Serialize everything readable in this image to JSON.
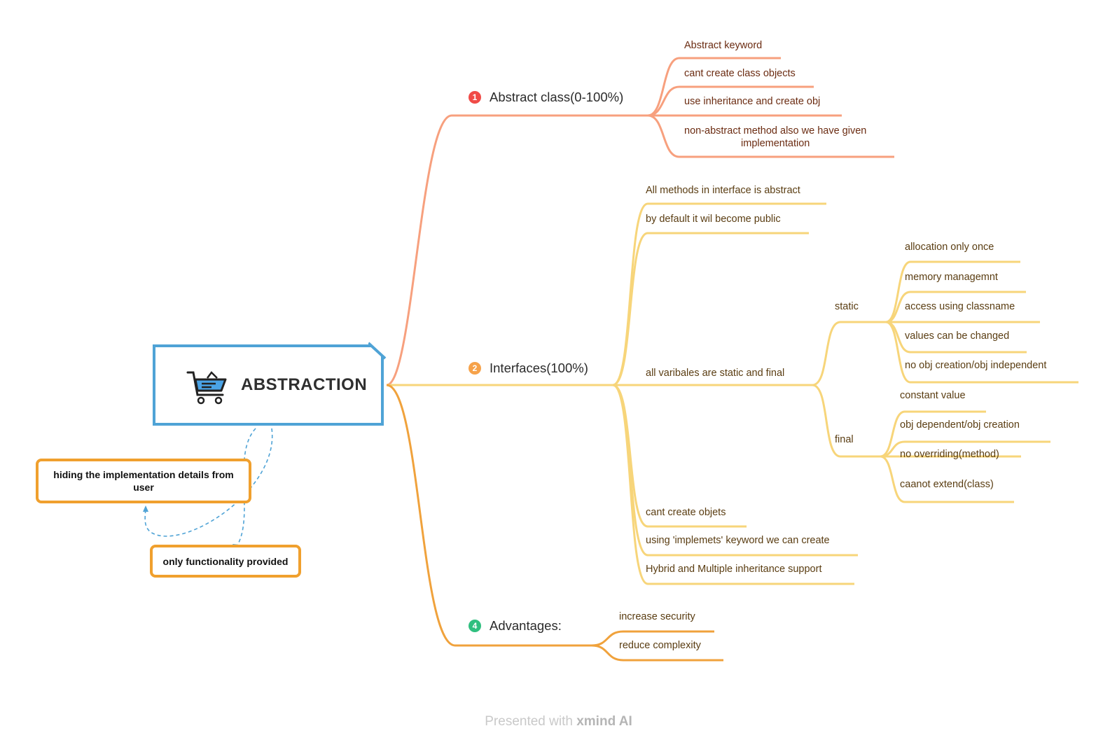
{
  "central": {
    "title": "ABSTRACTION",
    "icon": "shopping-cart-icon"
  },
  "branches": {
    "abstract_class": {
      "num": "1",
      "color": "#f26b4b",
      "title": "Abstract class(0-100%)",
      "items": [
        "Abstract keyword",
        "cant create class objects",
        "use inheritance and create obj"
      ],
      "item_multi": {
        "line1": "non-abstract method also we have given",
        "line2": "implementation"
      }
    },
    "interfaces": {
      "num": "2",
      "color": "#f6a24a",
      "title": "Interfaces(100%)",
      "top_items": [
        "All methods in interface is abstract",
        "by default it wil become public"
      ],
      "vars": {
        "label": "all varibales are static and final",
        "static": {
          "label": "static",
          "items": [
            "allocation only once",
            "memory managemnt",
            "access using classname",
            "values can be changed",
            "no obj creation/obj independent"
          ]
        },
        "final": {
          "label": "final",
          "items": [
            "constant value",
            "obj dependent/obj creation",
            "no overriding(method)",
            "caanot extend(class)"
          ]
        }
      },
      "bottom_items": [
        "cant create objets",
        "using 'implemets' keyword we can create",
        "Hybrid and Multiple inheritance support"
      ]
    },
    "advantages": {
      "num": "4",
      "color": "#2fbf7f",
      "title": "Advantages:",
      "items": [
        "increase security",
        "reduce complexity"
      ]
    }
  },
  "notes": {
    "hiding": {
      "line1": "hiding the implementation details from",
      "line2": "user"
    },
    "functionality": "only functionality provided"
  },
  "footer": {
    "prefix": "Presented with ",
    "brand": "xmind AI"
  },
  "colors": {
    "abstract_line": "#f7a07e",
    "interface_line": "#f7d57a",
    "advantage_line": "#f0a23c",
    "central_border": "#4fa3d6"
  }
}
